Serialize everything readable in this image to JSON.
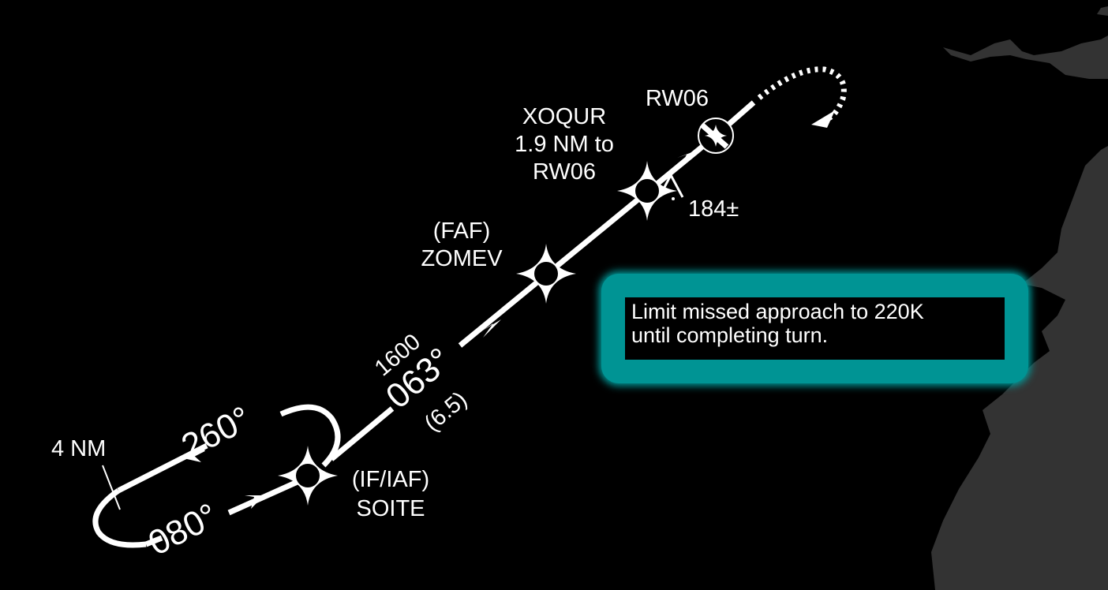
{
  "chart": {
    "runway": "RW06",
    "fixes": [
      {
        "name": "XOQUR",
        "lines": [
          "XOQUR",
          "1.9 NM to",
          "RW06"
        ]
      },
      {
        "name": "ZOMEV",
        "lines": [
          "(FAF)",
          "ZOMEV"
        ]
      },
      {
        "name": "SOITE",
        "lines": [
          "(IF/IAF)",
          "SOITE"
        ]
      }
    ],
    "obstacle": {
      "symbol": "A",
      "elevation": "184±"
    },
    "final_course": {
      "altitude": "1600",
      "course": "063°",
      "distance": "(6.5)"
    },
    "holding": {
      "inbound": "080°",
      "outbound": "260°",
      "leg_length": "4 NM"
    },
    "note": {
      "lines": [
        "Limit missed approach to 220K",
        "until completing turn."
      ]
    },
    "colors": {
      "background": "#000000",
      "land": "#333333",
      "route": "#ffffff",
      "note_border": "#009494"
    }
  }
}
